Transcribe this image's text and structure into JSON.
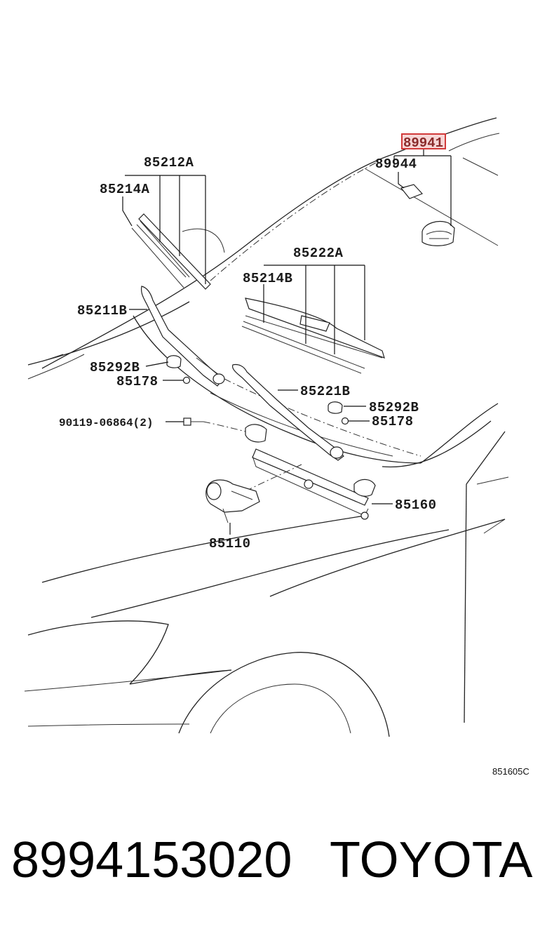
{
  "labels": {
    "l85212A": "85212A",
    "l85214A": "85214A",
    "l85211B": "85211B",
    "l85222A": "85222A",
    "l85214B": "85214B",
    "l89941": "89941",
    "l89944": "89944",
    "l85292B_left": "85292B",
    "l85178_left": "85178",
    "l85221B": "85221B",
    "l85292B_right": "85292B",
    "l85178_right": "85178",
    "l90119": "90119-06864(2)",
    "l85160": "85160",
    "l85110": "85110"
  },
  "highlighted_part": "89941",
  "highlight_color": "#d23a3a",
  "diagram_code": "851605C",
  "footer": {
    "part_number": "8994153020",
    "brand": "TOYOTA"
  }
}
